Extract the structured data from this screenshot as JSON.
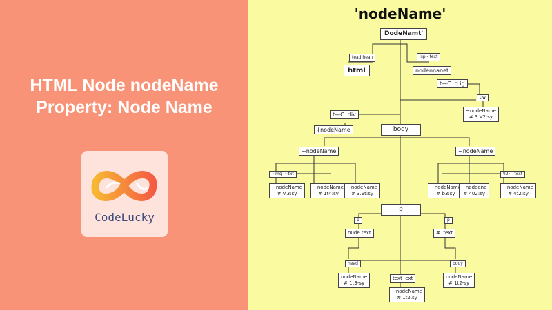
{
  "left_panel": {
    "title": "HTML Node nodeName\nProperty: Node Name",
    "logo": {
      "icon": "infinity-icon",
      "text": "CodeLucky",
      "colors": [
        "#f7b733",
        "#f45c43"
      ]
    }
  },
  "diagram": {
    "title": "'nodeName'",
    "nodes": {
      "root": "DodeNamt'",
      "head_tag": "tead hean",
      "html": "html",
      "isp_text": "isp - text",
      "nodennanet": "nodennanet",
      "cdig": "t—C  d.ig",
      "tiw": "tiw",
      "nodename_right": "~nodeName\n# 3.V2:sy",
      "cdiv": "t—C  div",
      "nodename_left": "{nodeName",
      "body": "body",
      "nodename_l2": "~nodeName",
      "nodename_r2": "~nodeName",
      "mg_txt": "~mg  ~txt",
      "l2_text": "\\l2~  text",
      "ll1": "~nodeName\n# V.3:sy",
      "ll2": "~nodeName\n# 1t4:sy",
      "ll3": "~nodeName\n# 3.9t:sy",
      "rl1": "~nodeName\n# b3:sy",
      "rl2": "~nodeene\n# 402:sy",
      "rl3": "~nodeName\n# 4t2:sy",
      "p_center": "p",
      "p_left": "p",
      "p_right": "p",
      "node_text": "n0de text",
      "hash_text": "#  text",
      "head": "head",
      "body2": "body",
      "text_ext": "text  ext",
      "b1": "nodeName\n# 1t3-sy",
      "b2": "nodeName\n# 1t2-sy",
      "b3": "~nodeName\n# 1t2.sy"
    }
  }
}
